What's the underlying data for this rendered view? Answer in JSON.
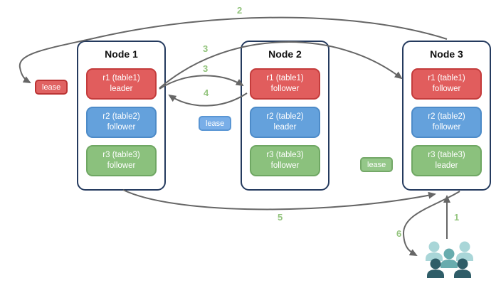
{
  "diagram_type": "replica-lease-flow",
  "colors": {
    "background": "#ffffff",
    "node_border": "#243a5e",
    "arrow": "#666666",
    "step_label": "#93c47d",
    "replica_red_fill": "#e15d5d",
    "replica_red_border": "#c43c3c",
    "replica_blue_fill": "#64a1dc",
    "replica_blue_border": "#4d8bc8",
    "replica_green_fill": "#8bc17d",
    "replica_green_border": "#6fa763",
    "lease_red_fill": "#e06262",
    "lease_blue_fill": "#79aee8",
    "lease_green_fill": "#94c789",
    "users_light": "#a9d6d8",
    "users_medium": "#68acae",
    "users_dark": "#2f5d68"
  },
  "nodes": [
    {
      "title": "Node 1",
      "replicas": [
        {
          "name": "r1 (table1)",
          "role": "leader"
        },
        {
          "name": "r2 (table2)",
          "role": "follower"
        },
        {
          "name": "r3 (table3)",
          "role": "follower"
        }
      ]
    },
    {
      "title": "Node 2",
      "replicas": [
        {
          "name": "r1 (table1)",
          "role": "follower"
        },
        {
          "name": "r2 (table2)",
          "role": "leader"
        },
        {
          "name": "r3 (table3)",
          "role": "follower"
        }
      ]
    },
    {
      "title": "Node 3",
      "replicas": [
        {
          "name": "r1 (table1)",
          "role": "follower"
        },
        {
          "name": "r2 (table2)",
          "role": "follower"
        },
        {
          "name": "r3 (table3)",
          "role": "leader"
        }
      ]
    }
  ],
  "leases": [
    {
      "label": "lease",
      "color": "red"
    },
    {
      "label": "lease",
      "color": "blue"
    },
    {
      "label": "lease",
      "color": "green"
    }
  ],
  "steps": {
    "s1": "1",
    "s2": "2",
    "s3a": "3",
    "s3b": "3",
    "s4": "4",
    "s5": "5",
    "s6": "6"
  }
}
